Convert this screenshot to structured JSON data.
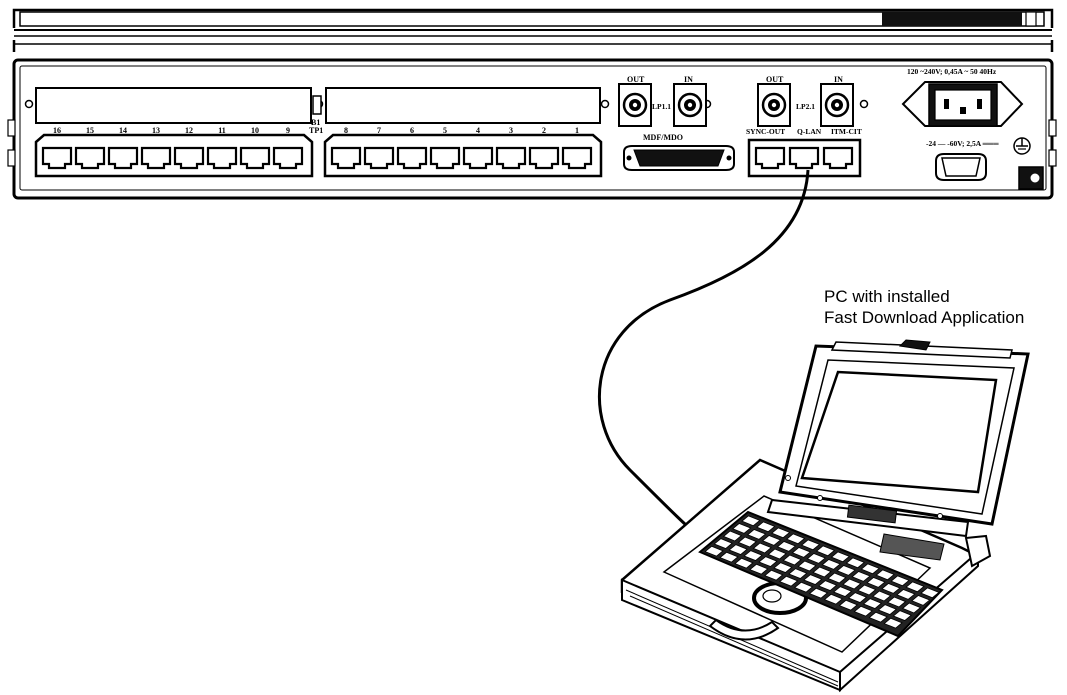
{
  "device": {
    "port_numbers_left": [
      "16",
      "15",
      "14",
      "13",
      "12",
      "11",
      "10",
      "9"
    ],
    "port_numbers_right": [
      "8",
      "7",
      "6",
      "5",
      "4",
      "3",
      "2",
      "1"
    ],
    "label_b1": "B1",
    "label_tp1": "TP1",
    "label_lp11": "LP1.1",
    "label_lp21": "LP2.1",
    "label_out_1": "OUT",
    "label_in_1": "IN",
    "label_out_2": "OUT",
    "label_in_2": "IN",
    "label_mdf": "MDF/MDO",
    "label_sync_out": "SYNC-OUT",
    "label_qlan": "Q-LAN",
    "label_itm": "ITM-CIT",
    "label_power_ac": "120  ~240V; 0,45A ~ 50   40Hz",
    "label_power_dc": "-24  — -60V; 2,5A ═══"
  },
  "caption": {
    "line1": "PC with installed",
    "line2": "Fast Download Application"
  }
}
